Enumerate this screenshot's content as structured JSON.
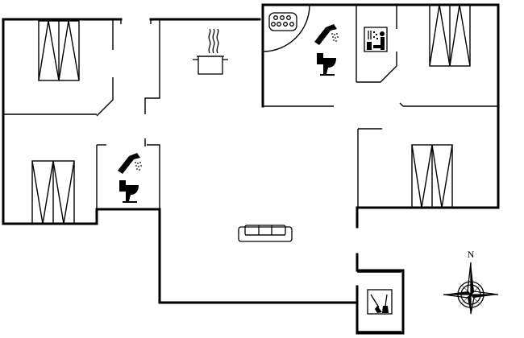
{
  "compass": {
    "north_label": "N"
  },
  "rooms": {
    "bedrooms": 4,
    "bathrooms": 2,
    "kitchen": 1,
    "living_room": 1,
    "utility_room": 1,
    "whirlpool": 1,
    "sauna": 1
  }
}
